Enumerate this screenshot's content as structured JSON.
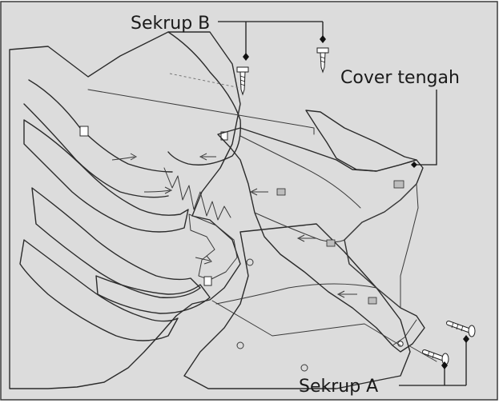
{
  "labels": {
    "screw_b": "Sekrup B",
    "center_cover": "Cover tengah",
    "screw_a": "Sekrup A"
  },
  "colors": {
    "background": "#dcdcdc",
    "border": "#3a3a3a",
    "part_fill": "#f1f1f1",
    "part_shadow": "#cfcfcf",
    "body_fill": "#e4e4e4"
  }
}
